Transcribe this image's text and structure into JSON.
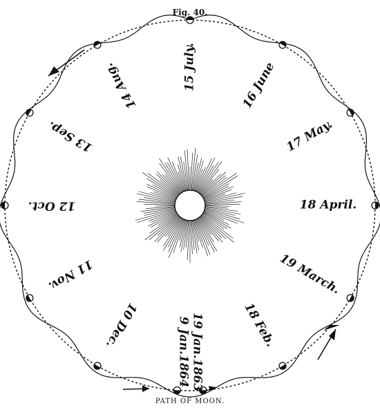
{
  "figure": {
    "title": "Fig. 40.",
    "caption": "PATH OF MOON."
  },
  "dates": [
    {
      "text": "9 Jan.1864",
      "angle": 180
    },
    {
      "text": "19 Jan.1863",
      "angle": 180
    },
    {
      "text": "18 Feb.",
      "angle": 150
    },
    {
      "text": "19 March.",
      "angle": 120
    },
    {
      "text": "18 April.",
      "angle": 90
    },
    {
      "text": "17 May.",
      "angle": 60
    },
    {
      "text": "16 June",
      "angle": 30
    },
    {
      "text": "15 July.",
      "angle": 0
    },
    {
      "text": "14 Aug.",
      "angle": -30
    },
    {
      "text": "13 Sep.",
      "angle": -60
    },
    {
      "text": "12 Oct.",
      "angle": -90
    },
    {
      "text": "11 Nov.",
      "angle": -120
    },
    {
      "text": "10 Dec.",
      "angle": -150
    }
  ],
  "moon_positions": [
    0,
    30,
    60,
    90,
    120,
    150,
    176,
    184,
    210,
    240,
    270,
    300,
    330
  ],
  "colors": {
    "ink": "#111111",
    "paper": "#ffffff"
  },
  "icons": {
    "sun": "radiating-sun-icon",
    "moon": "half-shaded-moon-icon",
    "arrow": "arrow-icon"
  }
}
